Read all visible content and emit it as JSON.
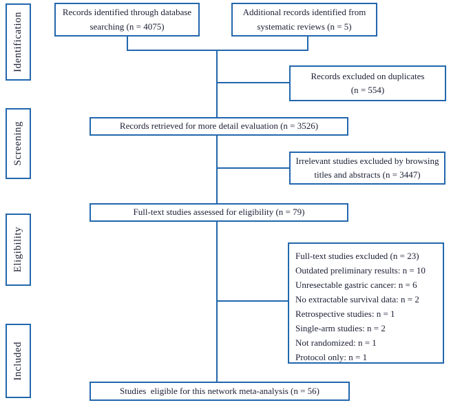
{
  "colors": {
    "accent": "#2166ac",
    "ink": "#1b1e33"
  },
  "stages": [
    {
      "label": "Identification"
    },
    {
      "label": "Screening"
    },
    {
      "label": "Eligibility"
    },
    {
      "label": "Included"
    }
  ],
  "boxes": {
    "database": {
      "line1": "Records identified through database",
      "line2": "searching (n = 4075)"
    },
    "systematic": {
      "line1": "Additional records identified from",
      "line2": "systematic reviews (n = 5)"
    },
    "duplicates": {
      "line1": "Records excluded on duplicates",
      "line2": "(n = 554)"
    },
    "retrieved": {
      "text": "Records retrieved for more detail evaluation (n = 3526)"
    },
    "irrelevant": {
      "line1": "Irrelevant studies excluded by browsing",
      "line2": "titles and abstracts (n = 3447)"
    },
    "fulltext": {
      "text": "Full-text studies assessed for eligibility (n = 79)"
    },
    "reasons": {
      "lines": [
        "Full-text studies excluded (n = 23)",
        "Outdated preliminary results: n = 10",
        "Unresectable gastric cancer: n = 6",
        "No extractable survival data: n = 2",
        "Retrospective studies: n = 1",
        "Single-arm studies: n = 2",
        "Not randomized: n = 1",
        "Protocol only: n = 1"
      ]
    },
    "final": {
      "text": "Studies  eligible for this network meta-analysis (n = 56)"
    }
  }
}
